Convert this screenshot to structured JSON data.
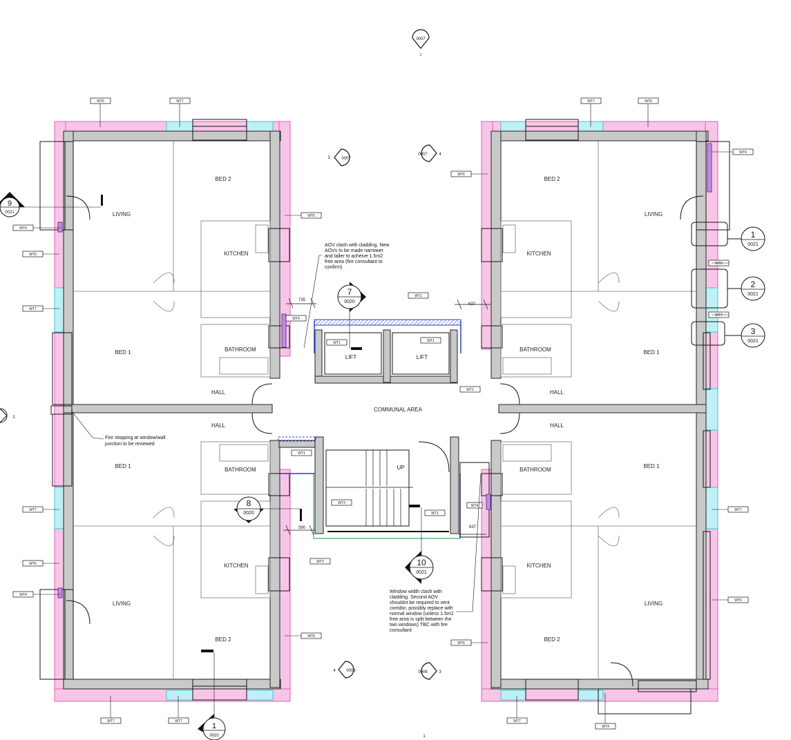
{
  "drawing": {
    "rooms": [
      {
        "id": "tl-bed2",
        "label": "BED 2"
      },
      {
        "id": "tl-living",
        "label": "LIVING"
      },
      {
        "id": "tl-kitchen",
        "label": "KITCHEN"
      },
      {
        "id": "tl-bed1",
        "label": "BED 1"
      },
      {
        "id": "tl-bathroom",
        "label": "BATHROOM"
      },
      {
        "id": "tl-hall",
        "label": "HALL"
      },
      {
        "id": "tr-bed2",
        "label": "BED 2"
      },
      {
        "id": "tr-living",
        "label": "LIVING"
      },
      {
        "id": "tr-kitchen",
        "label": "KITCHEN"
      },
      {
        "id": "tr-bed1",
        "label": "BED 1"
      },
      {
        "id": "tr-bathroom",
        "label": "BATHROOM"
      },
      {
        "id": "tr-hall",
        "label": "HALL"
      },
      {
        "id": "bl-hall",
        "label": "HALL"
      },
      {
        "id": "bl-bed1",
        "label": "BED 1"
      },
      {
        "id": "bl-bathroom",
        "label": "BATHROOM"
      },
      {
        "id": "bl-kitchen",
        "label": "KITCHEN"
      },
      {
        "id": "bl-living",
        "label": "LIVING"
      },
      {
        "id": "bl-bed2",
        "label": "BED 2"
      },
      {
        "id": "br-hall",
        "label": "HALL"
      },
      {
        "id": "br-bed1",
        "label": "BED 1"
      },
      {
        "id": "br-bathroom",
        "label": "BATHROOM"
      },
      {
        "id": "br-kitchen",
        "label": "KITCHEN"
      },
      {
        "id": "br-living",
        "label": "LIVING"
      },
      {
        "id": "br-bed2",
        "label": "BED 2"
      },
      {
        "id": "lift-1",
        "label": "LIFT"
      },
      {
        "id": "lift-2",
        "label": "LIFT"
      },
      {
        "id": "communal",
        "label": "COMMUNAL AREA"
      },
      {
        "id": "stair-up",
        "label": "UP"
      }
    ],
    "wall_tags": [
      "WT6",
      "WT7",
      "WT7",
      "WT6",
      "WT4",
      "WT6",
      "WT6",
      "WT4",
      "WT6",
      "WT7",
      "WT4",
      "WT1",
      "WT1",
      "WT1",
      "WT7",
      "WT6",
      "WT7",
      "WT1",
      "WT1",
      "WT7",
      "WT3",
      "WT1",
      "WT4",
      "WT6",
      "WT4",
      "WT6",
      "WT3",
      "WT6",
      "WT6",
      "WT7",
      "WT7",
      "WT4"
    ],
    "dimensions": [
      "735",
      "637",
      "590",
      "637"
    ],
    "notes": {
      "aov": [
        "AOV clash with cladding. New",
        "AOVs to be made narrower",
        "and taller to acheive 1.5m2",
        "free area (fire consultant to",
        "confirm)"
      ],
      "fire": [
        "Fire stopping at window/wall",
        "junction to be reviewed"
      ],
      "window": [
        "Window width clash with",
        "cladding. Second AOV",
        "shouldnt be required to vent",
        "corridor, possibly replace with",
        "normal window (unless 1.5m2",
        "free area is split between the",
        "two windows) TBC with fire",
        "consultant"
      ]
    },
    "markers": {
      "top_0007": {
        "ref": "0007",
        "num": "1"
      },
      "s3_0007": {
        "ref": "0007",
        "num": "3"
      },
      "s4_0007": {
        "ref": "0007",
        "num": "4"
      },
      "s4_0006": {
        "ref": "0006",
        "num": "4"
      },
      "s3_0006": {
        "ref": "0006",
        "num": "3"
      },
      "m9": {
        "num": "9",
        "ref": "0021"
      },
      "m7": {
        "num": "7",
        "ref": "0020"
      },
      "m8": {
        "num": "8",
        "ref": "0020"
      },
      "m10": {
        "num": "10",
        "ref": "0021"
      },
      "m1b": {
        "num": "1",
        "ref": "0020"
      },
      "m1r": {
        "num": "1",
        "ref": "0021"
      },
      "m2r": {
        "num": "2",
        "ref": "0021"
      },
      "m3r": {
        "num": "3",
        "ref": "0021"
      },
      "edge_left": {
        "num": "2"
      },
      "edge_bottom": {
        "num": "1"
      }
    },
    "colors": {
      "cladding": "#f7c6e6",
      "glazing": "#bff0f5",
      "wall": "#c9c9c9",
      "aov": "#2a3cc8"
    }
  }
}
